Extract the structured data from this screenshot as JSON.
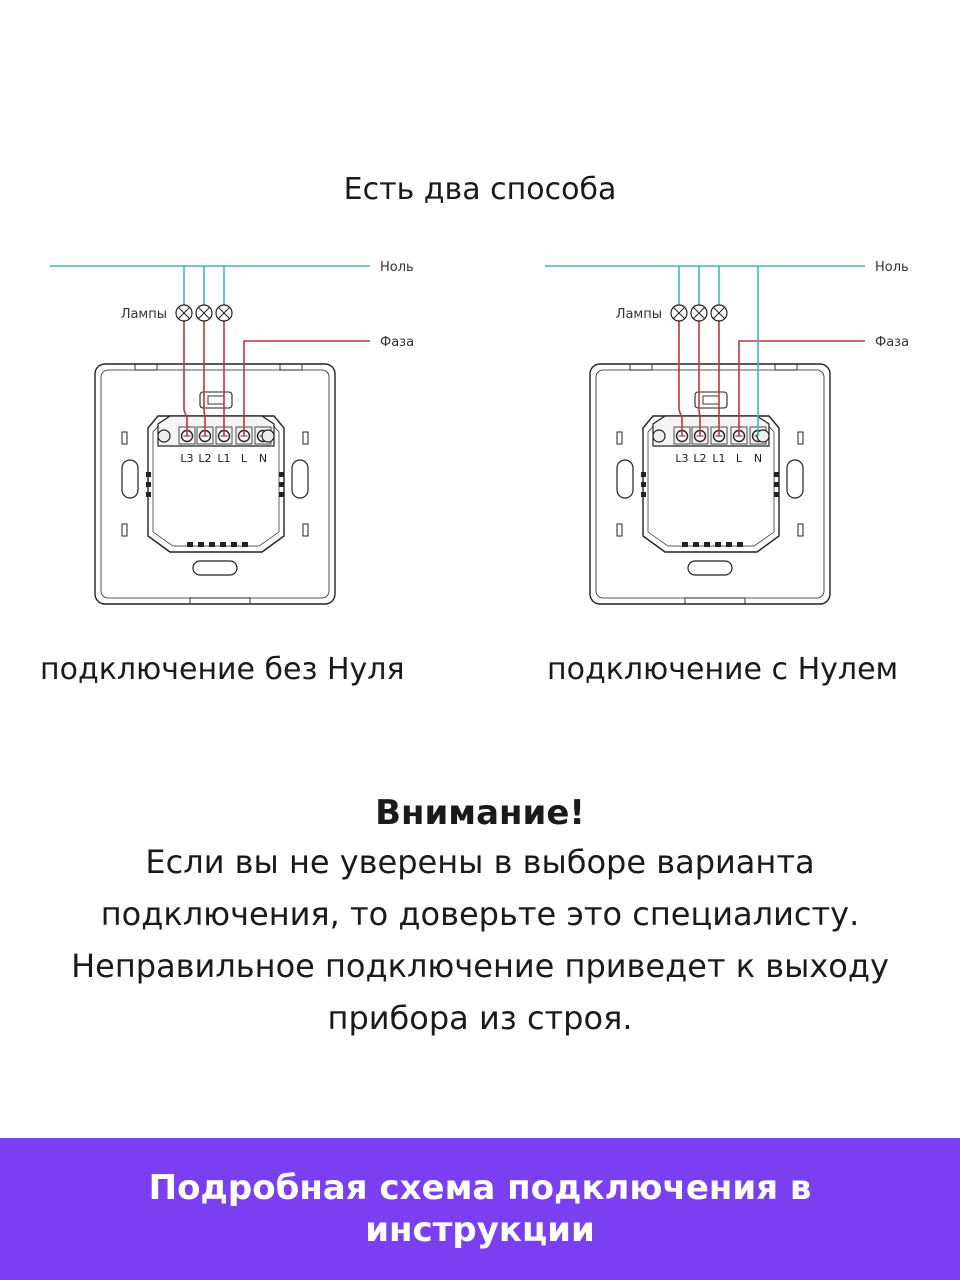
{
  "title": "Есть два способа",
  "colors": {
    "neutral_wire": "#3fb6c6",
    "phase_wire": "#c8323c",
    "outline": "#222222",
    "banner_bg": "#7b3ff2",
    "banner_text": "#ffffff"
  },
  "diagrams": [
    {
      "id": "without-neutral",
      "label_neutral": "Ноль",
      "label_lamps": "Лампы",
      "label_phase": "Фаза",
      "terminals": [
        "L3",
        "L2",
        "L1",
        "L",
        "N"
      ],
      "neutral_connected": false,
      "caption": "подключение без Нуля"
    },
    {
      "id": "with-neutral",
      "label_neutral": "Ноль",
      "label_lamps": "Лампы",
      "label_phase": "Фаза",
      "terminals": [
        "L3",
        "L2",
        "L1",
        "L",
        "N"
      ],
      "neutral_connected": true,
      "caption": "подключение с Нулем"
    }
  ],
  "warning": {
    "title": "Внимание!",
    "lines": [
      "Если вы не уверены в выборе варианта",
      "подключения, то доверьте это специалисту.",
      "Неправильное подключение приведет к выходу",
      "прибора из строя."
    ]
  },
  "banner": {
    "lines": [
      "Подробная схема подключения в",
      "инструкции"
    ]
  }
}
